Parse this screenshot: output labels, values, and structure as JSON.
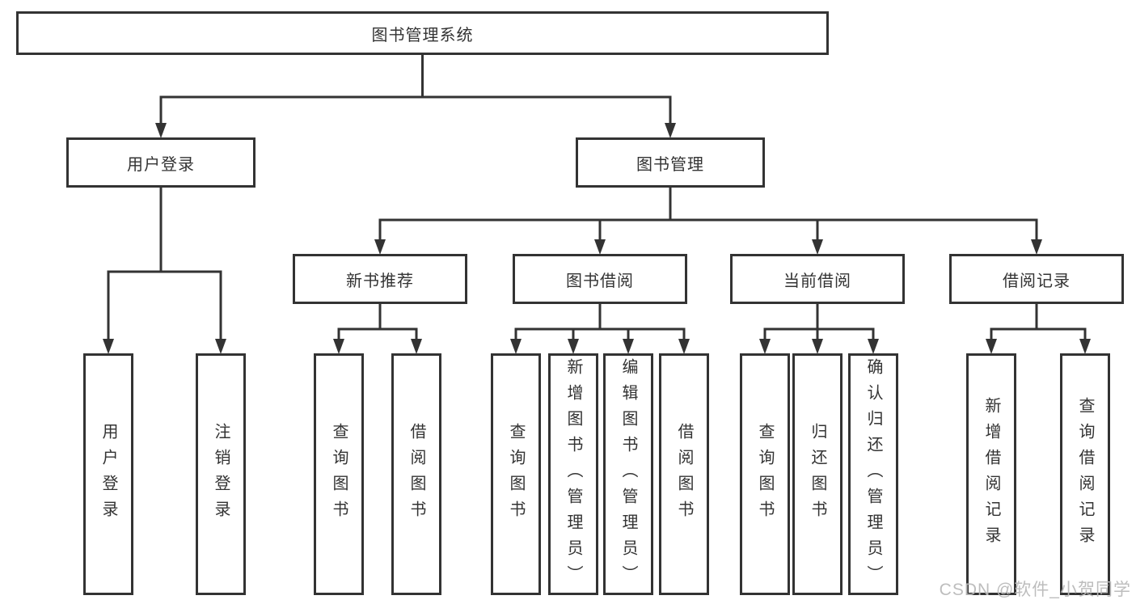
{
  "diagram": {
    "type": "functional-structure-tree",
    "colors": {
      "line": "#333333",
      "box_border": "#333333",
      "box_fill": "#ffffff",
      "text": "#333333",
      "background": "#ffffff",
      "watermark": "#b9b9b9"
    },
    "watermark": "CSDN @软件_小贺同学",
    "tree": {
      "root": "图书管理系统",
      "children": [
        {
          "label": "用户登录",
          "children": [
            "用户登录",
            "注销登录"
          ]
        },
        {
          "label": "图书管理",
          "children": [
            {
              "label": "新书推荐",
              "children": [
                "查询图书",
                "借阅图书"
              ]
            },
            {
              "label": "图书借阅",
              "children": [
                "查询图书",
                "新增图书（管理员）",
                "编辑图书（管理员）",
                "借阅图书"
              ]
            },
            {
              "label": "当前借阅",
              "children": [
                "查询图书",
                "归还图书",
                "确认归还（管理员）"
              ]
            },
            {
              "label": "借阅记录",
              "children": [
                "新增借阅记录",
                "查询借阅记录"
              ]
            }
          ]
        }
      ]
    }
  },
  "nodes": {
    "root": {
      "label": "图书管理系统"
    },
    "user_login": {
      "label": "用户登录"
    },
    "book_mgmt": {
      "label": "图书管理"
    },
    "new_book": {
      "label": "新书推荐"
    },
    "book_borrow": {
      "label": "图书借阅"
    },
    "current_borrow": {
      "label": "当前借阅"
    },
    "borrow_record": {
      "label": "借阅记录"
    },
    "leaf_user_login": {
      "label": "用户登录"
    },
    "leaf_logout": {
      "label": "注销登录"
    },
    "leaf_nb_query": {
      "label": "查询图书"
    },
    "leaf_nb_borrow": {
      "label": "借阅图书"
    },
    "leaf_bb_query": {
      "label": "查询图书"
    },
    "leaf_bb_add": {
      "label": "新增图书（管理员）"
    },
    "leaf_bb_edit": {
      "label": "编辑图书（管理员）"
    },
    "leaf_bb_borrow": {
      "label": "借阅图书"
    },
    "leaf_cb_query": {
      "label": "查询图书"
    },
    "leaf_cb_return": {
      "label": "归还图书"
    },
    "leaf_cb_confirm": {
      "label": "确认归还（管理员）"
    },
    "leaf_br_add": {
      "label": "新增借阅记录"
    },
    "leaf_br_query": {
      "label": "查询借阅记录"
    }
  }
}
